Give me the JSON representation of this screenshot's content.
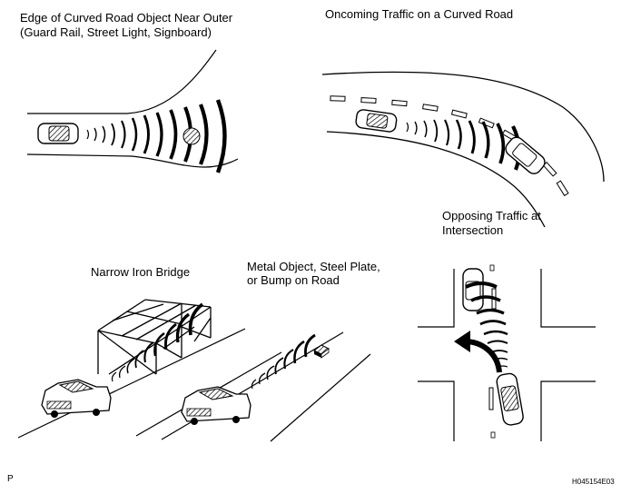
{
  "panels": {
    "curved_edge": {
      "line1": "Edge of Curved Road Object Near Outer",
      "line2": "(Guard Rail, Street Light, Signboard)"
    },
    "oncoming": {
      "title": "Oncoming Traffic on a Curved Road"
    },
    "intersection": {
      "line1": "Opposing Traffic at",
      "line2": "Intersection"
    },
    "bridge": {
      "title": "Narrow Iron Bridge"
    },
    "metal": {
      "line1": "Metal Object, Steel Plate,",
      "line2": "or Bump on Road"
    }
  },
  "footer": {
    "left_marker": "P",
    "figure_code": "H045154E03"
  },
  "colors": {
    "ink": "#000000",
    "background": "#ffffff"
  },
  "icons": [
    "car-icon",
    "radar-wave-icon",
    "turn-arrow-icon",
    "bridge-truss-icon"
  ]
}
